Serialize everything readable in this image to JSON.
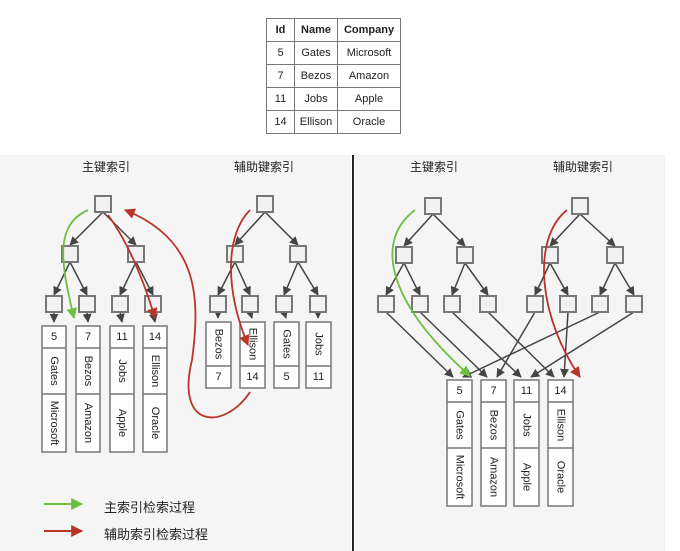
{
  "table": {
    "headers": [
      "Id",
      "Name",
      "Company"
    ],
    "rows": [
      [
        "5",
        "Gates",
        "Microsoft"
      ],
      [
        "7",
        "Bezos",
        "Amazon"
      ],
      [
        "11",
        "Jobs",
        "Apple"
      ],
      [
        "14",
        "Ellison",
        "Oracle"
      ]
    ]
  },
  "left": {
    "primary_title": "主键索引",
    "secondary_title": "辅助键索引",
    "primary_leaves": [
      {
        "id": "5",
        "name": "Gates",
        "company": "Microsoft"
      },
      {
        "id": "7",
        "name": "Bezos",
        "company": "Amazon"
      },
      {
        "id": "11",
        "name": "Jobs",
        "company": "Apple"
      },
      {
        "id": "14",
        "name": "Ellison",
        "company": "Oracle"
      }
    ],
    "secondary_leaves": [
      {
        "name": "Bezos",
        "id": "7"
      },
      {
        "name": "Ellison",
        "id": "14"
      },
      {
        "name": "Gates",
        "id": "5"
      },
      {
        "name": "Jobs",
        "id": "11"
      }
    ]
  },
  "right": {
    "primary_title": "主键索引",
    "secondary_title": "辅助键索引",
    "leaves": [
      {
        "id": "5",
        "name": "Gates",
        "company": "Microsoft"
      },
      {
        "id": "7",
        "name": "Bezos",
        "company": "Amazon"
      },
      {
        "id": "11",
        "name": "Jobs",
        "company": "Apple"
      },
      {
        "id": "14",
        "name": "Ellison",
        "company": "Oracle"
      }
    ]
  },
  "legend": [
    {
      "label": "主索引检索过程",
      "color": "#6dbf3f"
    },
    {
      "label": "辅助索引检索过程",
      "color": "#b8352a"
    }
  ],
  "colors": {
    "green": "#6dbf3f",
    "red": "#b8352a",
    "line": "#444444",
    "node_border": "#777777",
    "node_fill": "#f2f2f2"
  }
}
